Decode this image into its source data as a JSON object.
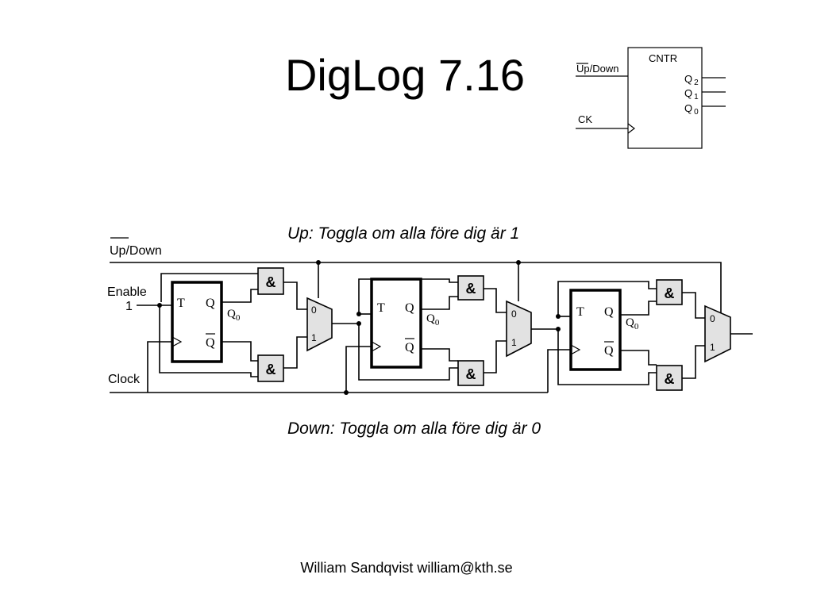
{
  "title": "DigLog 7.16",
  "symbol": {
    "name": "CNTR",
    "up_down": "Up/Down",
    "clock": "CK",
    "outputs": [
      "Q",
      "Q",
      "Q"
    ],
    "output_subscripts": [
      "2",
      "1",
      "0"
    ]
  },
  "up_caption": "Up:  Toggla om alla före dig är 1",
  "down_caption": "Down:  Toggla om alla före dig är 0",
  "circuit": {
    "up_down_label": "Up/Down",
    "enable_label": "Enable",
    "enable_value": "1",
    "clock_label": "Clock",
    "ff_t": "T",
    "ff_q": "Q",
    "ff_qbar": "Q",
    "ff_out": "Q",
    "ff_out_sub": "0",
    "and_symbol": "&",
    "mux_in0": "0",
    "mux_in1": "1"
  },
  "footer": "William Sandqvist william@kth.se"
}
